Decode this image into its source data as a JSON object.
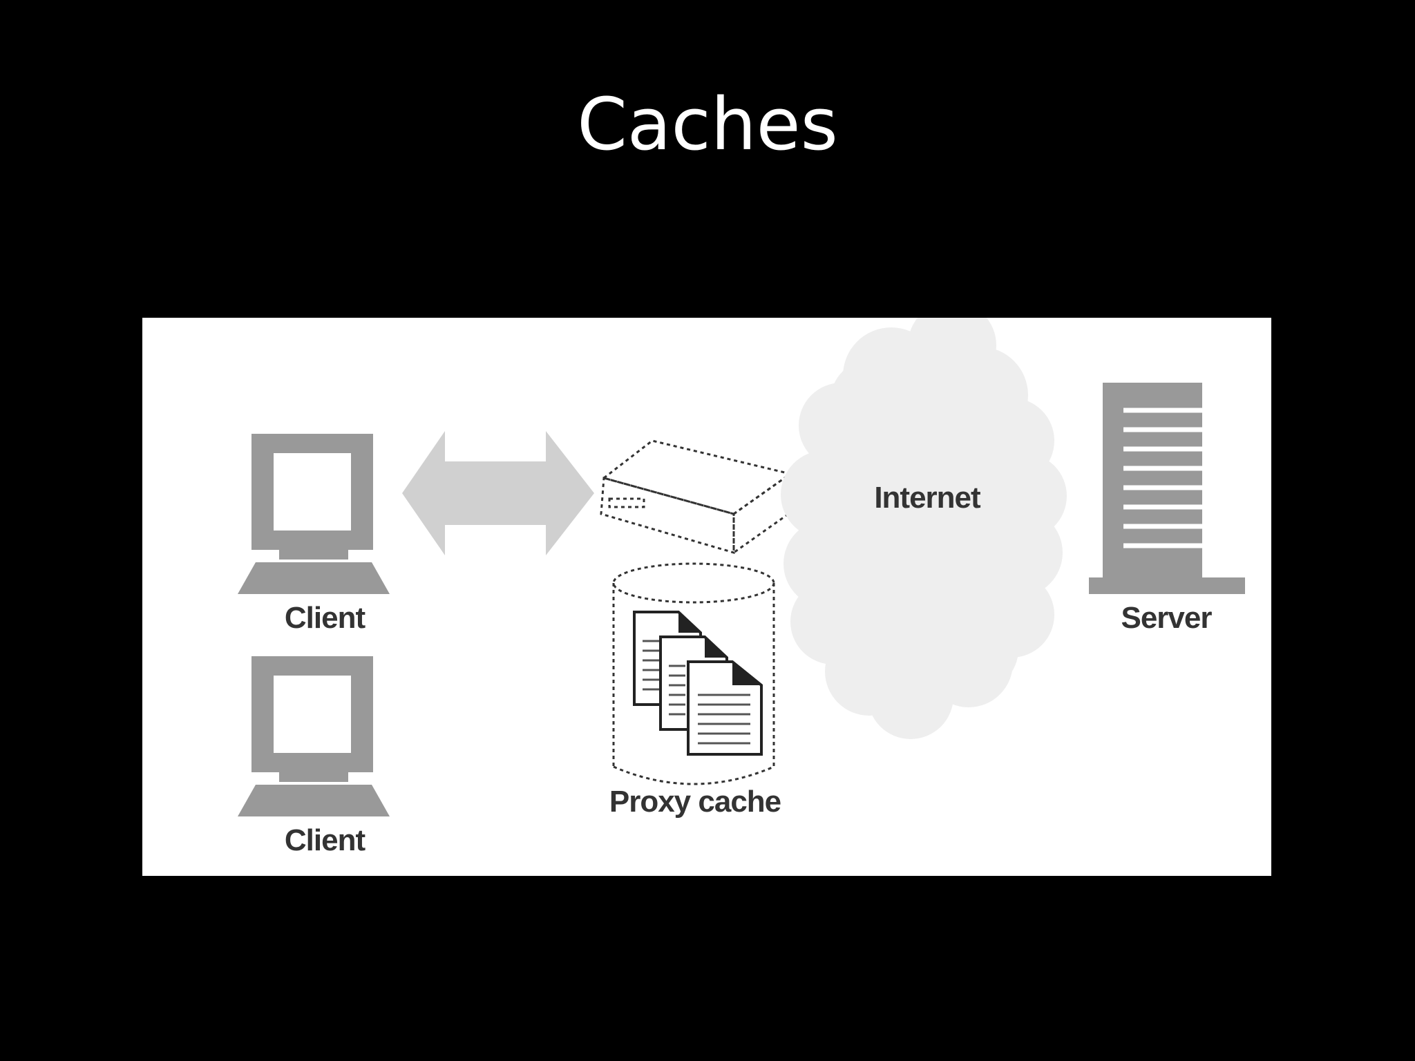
{
  "slide": {
    "title": "Caches"
  },
  "diagram": {
    "labels": {
      "client_top": "Client",
      "client_bottom": "Client",
      "proxy_cache": "Proxy cache",
      "internet": "Internet",
      "server": "Server"
    },
    "colors": {
      "background": "#000000",
      "panel": "#ffffff",
      "device_gray": "#999999",
      "arrow_gray": "#d0d0d0",
      "cloud_fill": "#eeeeee",
      "label_text": "#333333"
    }
  }
}
